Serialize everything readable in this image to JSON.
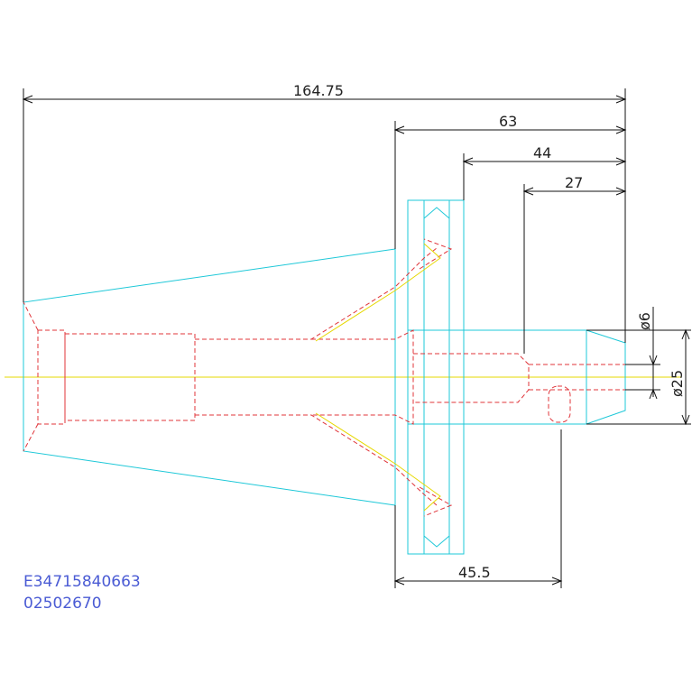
{
  "dimensions": {
    "overall_length": "164.75",
    "length_63": "63",
    "length_44": "44",
    "length_27": "27",
    "length_45_5": "45.5",
    "diameter_6": "ø6",
    "diameter_25": "ø25"
  },
  "part_code": {
    "line1": "E34715840663",
    "line2": "02502670"
  },
  "colors": {
    "outline": "#1ec8d8",
    "hidden": "#e0343a",
    "centerline": "#e6d800",
    "dimension": "#111111",
    "code_text": "#4a5bd4"
  }
}
